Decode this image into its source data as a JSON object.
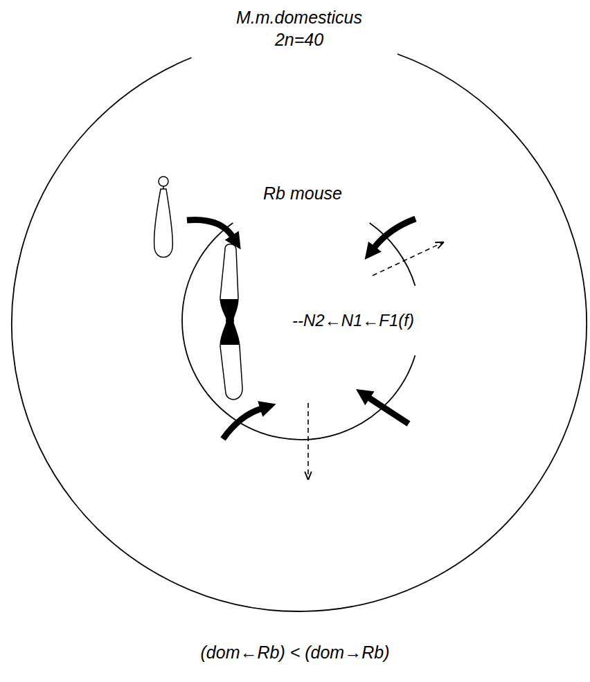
{
  "diagram": {
    "caption": "(dom←Rb) < (dom→Rb)",
    "nodes": [
      {
        "text": [
          "M.m.domesticus 2n=40"
        ]
      },
      {
        "text": [
          "Rb mouse",
          "--N2←N1←F1(f)"
        ],
        "in": 0
      }
    ]
  }
}
